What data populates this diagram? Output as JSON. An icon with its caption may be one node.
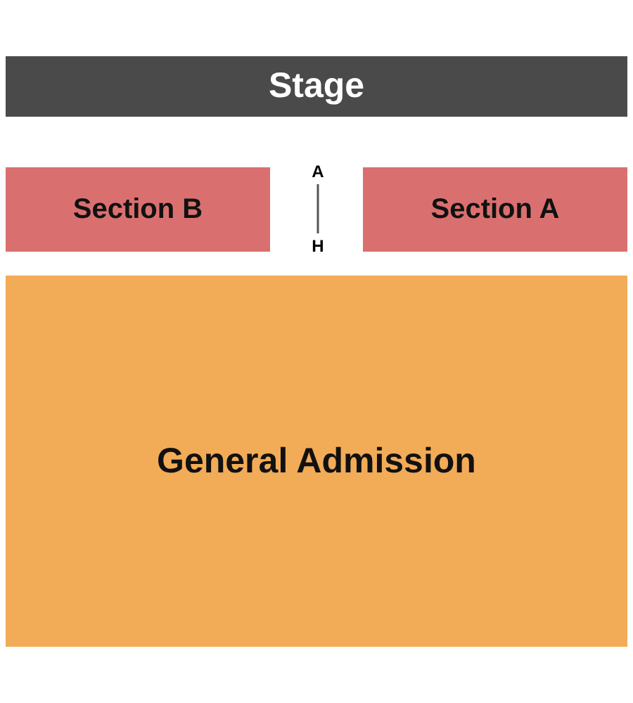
{
  "diagram": {
    "nodes": [
      {
        "text": [
          "Stage"
        ]
      },
      {
        "text": [
          "Section B"
        ]
      },
      {
        "text": [
          "Section A"
        ]
      },
      {
        "text": [
          "General Admission"
        ]
      }
    ],
    "labels": [
      "A",
      "H"
    ]
  }
}
